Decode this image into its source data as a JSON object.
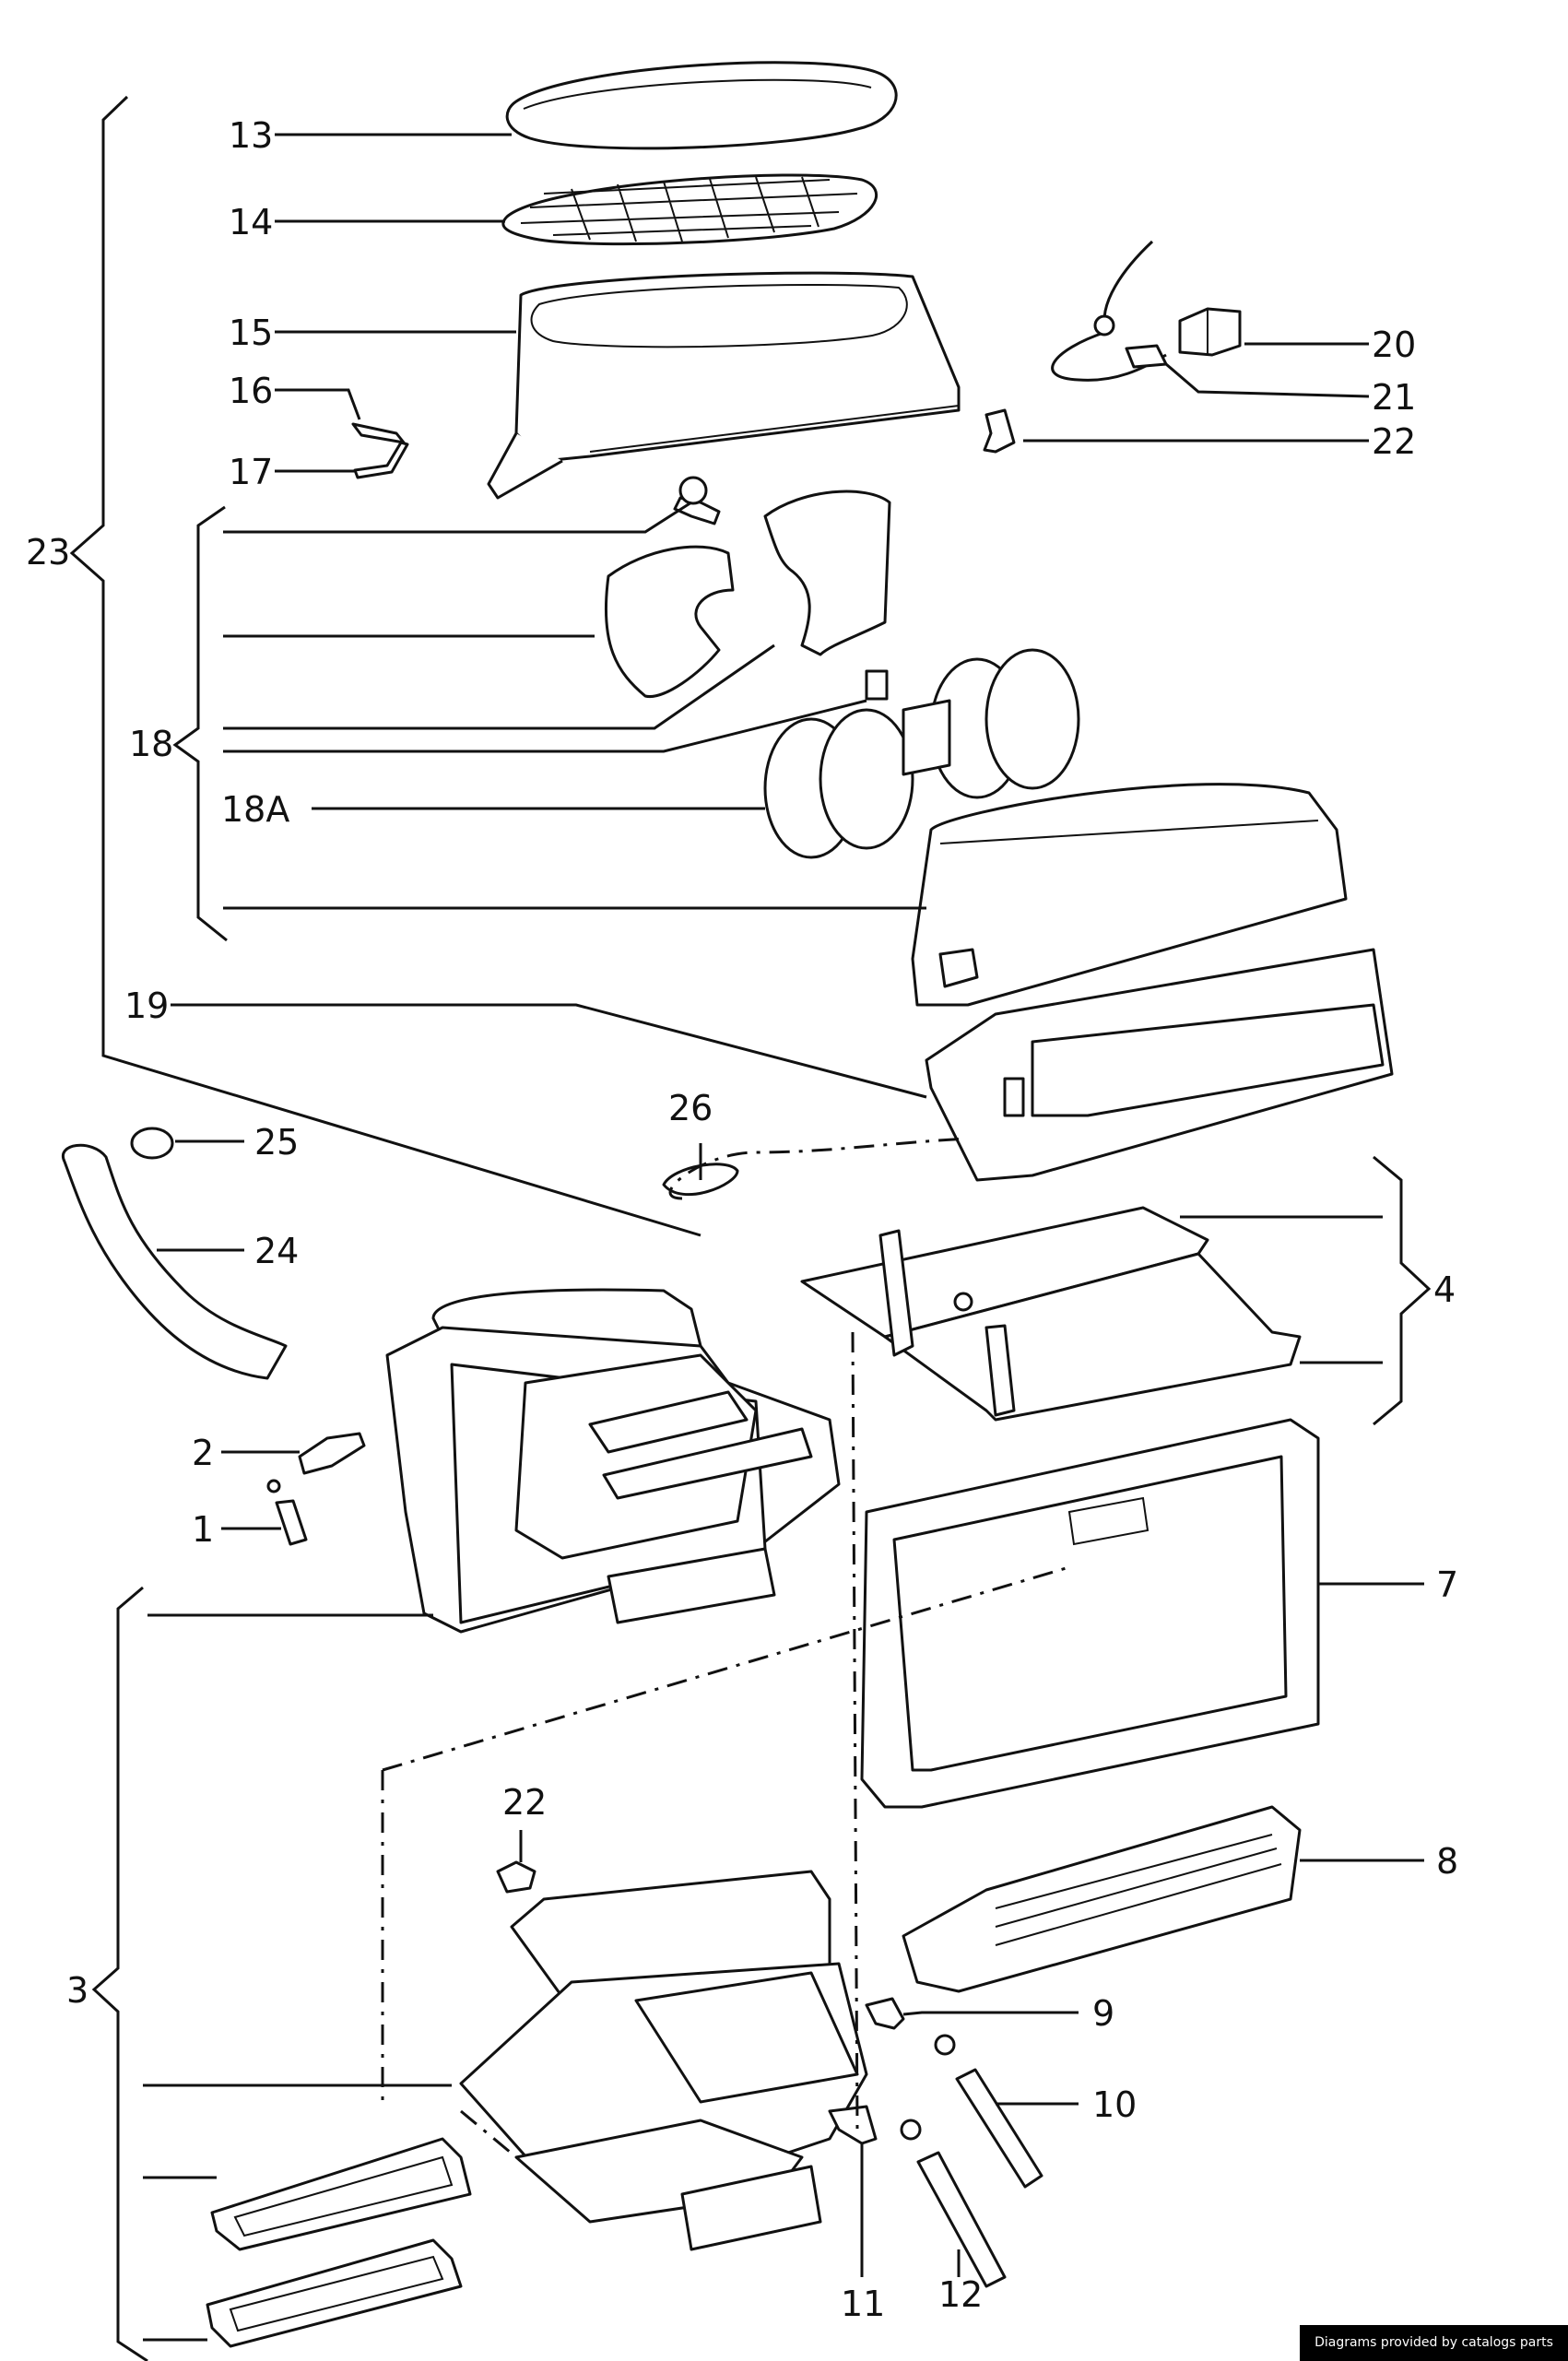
{
  "labels": {
    "l1": "1",
    "l2": "2",
    "l3": "3",
    "l4": "4",
    "l7": "7",
    "l8": "8",
    "l9": "9",
    "l10": "10",
    "l11": "11",
    "l12": "12",
    "l13": "13",
    "l14": "14",
    "l15": "15",
    "l16": "16",
    "l17": "17",
    "l18": "18",
    "l18a": "18A",
    "l19": "19",
    "l20": "20",
    "l21": "21",
    "l22a": "22",
    "l22b": "22",
    "l23": "23",
    "l24": "24",
    "l25": "25",
    "l26": "26"
  },
  "footer": {
    "credit": "Diagrams provided by catalogs parts"
  }
}
